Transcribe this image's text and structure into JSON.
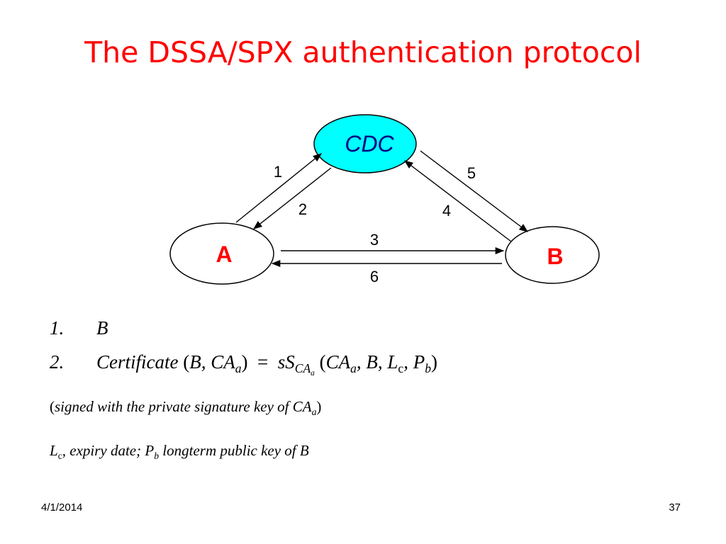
{
  "slide": {
    "title": "The DSSA/SPX authentication protocol",
    "date": "4/1/2014",
    "page_number": "37"
  },
  "diagram": {
    "nodes": {
      "cdc": "CDC",
      "a": "A",
      "b": "B"
    },
    "edge_labels": [
      "1",
      "2",
      "3",
      "4",
      "5",
      "6"
    ],
    "colors": {
      "cdc_fill": "#00ffff",
      "title": "#ff0000",
      "node_text": "#ff0000",
      "cdc_text": "#000080"
    }
  },
  "steps": {
    "s1_num": "1.",
    "s1_text": "B",
    "s2_num": "2.",
    "s2_cert": "Certificate",
    "s2_open": "(",
    "s2_b": "B, CA",
    "s2_b_sub": "a",
    "s2_close": ")",
    "s2_eq": "=",
    "s2_ss": "sS",
    "s2_ss_sub": "CA",
    "s2_ss_sub2": "a",
    "s2_open2": "(",
    "s2_ca": "CA",
    "s2_ca_sub": "a",
    "s2_mid": ", B, L",
    "s2_l_sub": "c",
    "s2_comma": ", P",
    "s2_p_sub": "b",
    "s2_close2": ")"
  },
  "notes": {
    "n1_open": "(",
    "n1_text": "signed  with the private signature key of CA",
    "n1_sub": "a",
    "n1_close": ")",
    "n2_l": "L",
    "n2_l_sub": "c",
    "n2_text": ", expiry date;  P",
    "n2_p_sub": "b",
    "n2_rest": " longterm public key of B"
  }
}
